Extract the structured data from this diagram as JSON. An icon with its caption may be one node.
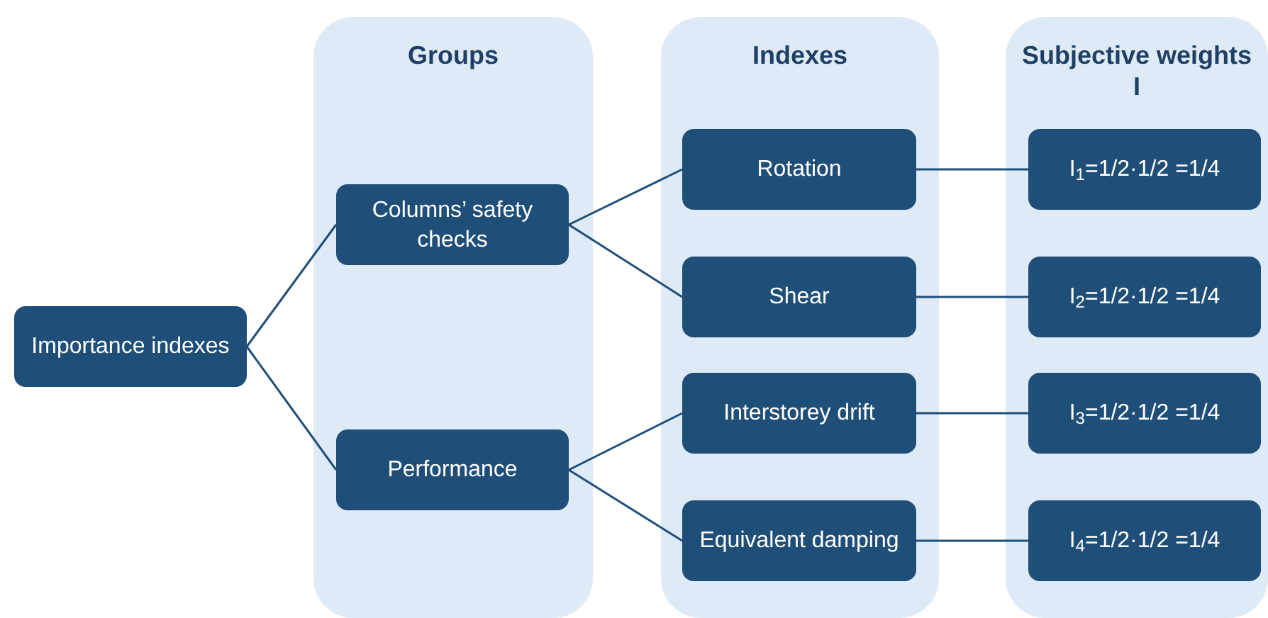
{
  "diagram": {
    "nodes": [
      {
        "text": [
          "Importance indexes"
        ]
      },
      {
        "text": [
          "Groups"
        ]
      },
      {
        "text": [
          "Columns’ safety checks"
        ],
        "in": 1
      },
      {
        "text": [
          "Performance"
        ],
        "in": 1
      },
      {
        "text": [
          "Indexes"
        ]
      },
      {
        "text": [
          "Rotation"
        ],
        "in": 4
      },
      {
        "text": [
          "Shear"
        ],
        "in": 4
      },
      {
        "text": [
          "Interstorey drift"
        ],
        "in": 4
      },
      {
        "text": [
          "Equivalent damping"
        ],
        "in": 4
      },
      {
        "text": [
          "Subjective weights I"
        ]
      },
      {
        "text": [
          "I$_{1}$=1/2·1/2 =1/4"
        ],
        "in": 9
      },
      {
        "text": [
          "I$_{2}$=1/2·1/2 =1/4"
        ],
        "in": 9
      },
      {
        "text": [
          "I$_{3}$=1/2·1/2 =1/4"
        ],
        "in": 9
      },
      {
        "text": [
          "I$_{4}$=1/2·1/2 =1/4"
        ],
        "in": 9
      }
    ],
    "edges": [
      {
        "from": 0,
        "to": 2,
        "arrow": "none"
      },
      {
        "from": 0,
        "to": 3,
        "arrow": "none"
      },
      {
        "from": 2,
        "to": 5,
        "arrow": "none"
      },
      {
        "from": 2,
        "to": 6,
        "arrow": "none"
      },
      {
        "from": 3,
        "to": 7,
        "arrow": "none"
      },
      {
        "from": 3,
        "to": 8,
        "arrow": "none"
      },
      {
        "from": 5,
        "to": 10,
        "arrow": "none"
      },
      {
        "from": 6,
        "to": 11,
        "arrow": "none"
      },
      {
        "from": 7,
        "to": 12,
        "arrow": "none"
      },
      {
        "from": 8,
        "to": 13,
        "arrow": "none"
      }
    ]
  }
}
